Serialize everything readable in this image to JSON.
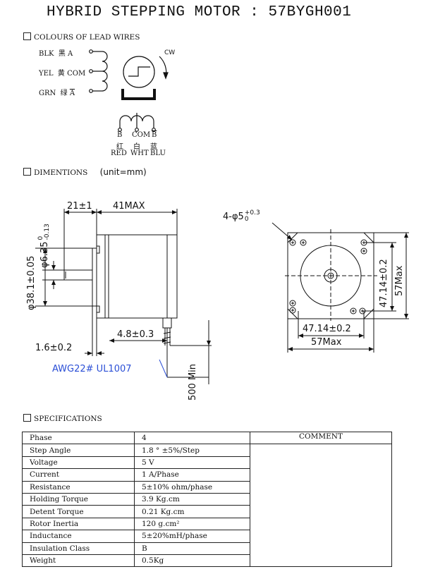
{
  "title": "HYBRID STEPPING MOTOR : 57BYGH001",
  "sections": {
    "lead_wires": "COLOURS OF LEAD WIRES",
    "dimensions": "DIMENTIONS",
    "dimensions_unit": "(unit=mm)",
    "specifications": "SPECIFICATIONS"
  },
  "wiring": {
    "leads": [
      {
        "color": "BLK",
        "cn": "黑",
        "pin": "A"
      },
      {
        "color": "YEL",
        "cn": "黄",
        "pin": "COM"
      },
      {
        "color": "GRN",
        "cn": "绿",
        "pin": "A"
      }
    ],
    "direction": "CW",
    "bottom_pins": [
      "B",
      "COM",
      "B"
    ],
    "bottom_cn": [
      "红",
      "白",
      "蓝"
    ],
    "bottom_colors": [
      "RED",
      "WHT",
      "BLU"
    ]
  },
  "dimensions": {
    "shaft_length": "21±1",
    "body_length": "41MAX",
    "shaft_dia": "φ6.35",
    "shaft_dia_tol_upper": "0",
    "shaft_dia_tol_lower": "-0.13",
    "boss_dia": "φ38.1±0.05",
    "boss_height": "1.6±0.2",
    "flange_thk": "4.8±0.3",
    "wire": "AWG22#  UL1007",
    "lead_length": "500 Min",
    "holes": "4-φ5",
    "holes_tol_upper": "+0.3",
    "holes_tol_lower": "0",
    "hole_spacing_v": "47.14±0.2",
    "hole_spacing_h": "47.14±0.2",
    "square_v": "57Max",
    "square_h": "57Max"
  },
  "spec_table": {
    "comment_header": "COMMENT",
    "rows": [
      {
        "param": "Phase",
        "value": "4"
      },
      {
        "param": "Step Angle",
        "value": "1.8 ° ±5%/Step"
      },
      {
        "param": "Voltage",
        "value": "5  V"
      },
      {
        "param": "Current",
        "value": "1 A/Phase"
      },
      {
        "param": "Resistance",
        "value": "5±10% ohm/phase"
      },
      {
        "param": "Holding Torque",
        "value": "3.9 Kg.cm"
      },
      {
        "param": "Detent Torque",
        "value": "0.21 Kg.cm"
      },
      {
        "param": "Rotor Inertia",
        "value": "120 g.cm²"
      },
      {
        "param": "Inductance",
        "value": "5±20%mH/phase"
      },
      {
        "param": "Insulation Class",
        "value": "B"
      },
      {
        "param": "Weight",
        "value": "0.5Kg"
      }
    ]
  }
}
